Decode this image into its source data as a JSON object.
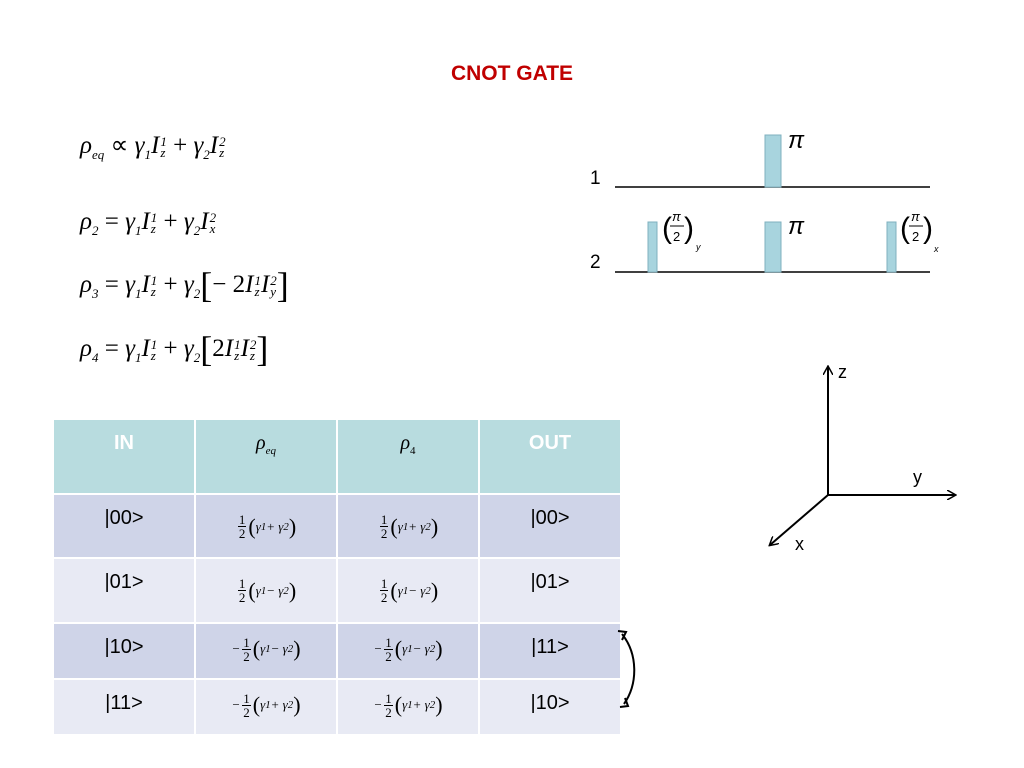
{
  "title": "CNOT GATE",
  "equations": {
    "rho_eq": "ρeq ∝ γ1Iz1 + γ2Iz2",
    "rho_2": "ρ2 = γ1Iz1 + γ2Ix2",
    "rho_3": "ρ3 = γ1Iz1 + γ2[−2Iz1Iy2]",
    "rho_4": "ρ4 = γ1Iz1 + γ2[2Iz1Iz2]"
  },
  "pulse_sequence": {
    "line_1_label": "1",
    "line_2_label": "2",
    "pi_label": "π",
    "half_pi_y_label": "(π/2)y",
    "half_pi_x_label": "(π/2)x"
  },
  "axes": {
    "z": "z",
    "y": "y",
    "x": "x"
  },
  "table": {
    "headers": [
      "IN",
      "ρeq",
      "ρ4",
      "OUT"
    ],
    "rows": [
      {
        "in": "|00>",
        "rho_eq": "1/2(γ1+γ2)",
        "rho_4": "1/2(γ1+γ2)",
        "out": "|00>"
      },
      {
        "in": "|01>",
        "rho_eq": "1/2(γ1−γ2)",
        "rho_4": "1/2(γ1−γ2)",
        "out": "|01>"
      },
      {
        "in": "|10>",
        "rho_eq": "−1/2(γ1−γ2)",
        "rho_4": "−1/2(γ1−γ2)",
        "out": "|11>"
      },
      {
        "in": "|11>",
        "rho_eq": "−1/2(γ1+γ2)",
        "rho_4": "−1/2(γ1+γ2)",
        "out": "|10>"
      }
    ]
  },
  "colors": {
    "title": "#c00000",
    "header_bg": "#b8dcdf",
    "row_dark": "#cfd4e8",
    "row_light": "#e8eaf4",
    "pulse_fill": "#a8d4de",
    "pulse_stroke": "#7fb0bf"
  }
}
